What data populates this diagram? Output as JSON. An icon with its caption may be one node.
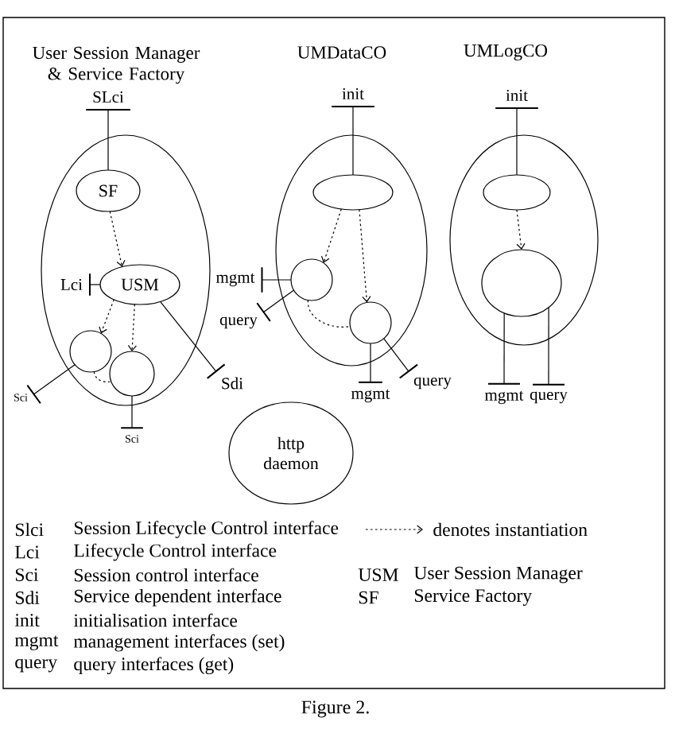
{
  "diagram": {
    "caption": "Figure 2.",
    "nodes": [
      {
        "text": [
          "User Session Manager & Service Factory"
        ]
      },
      {
        "text": [
          "SLci"
        ]
      },
      {
        "text": [
          "SF"
        ],
        "in": 0
      },
      {
        "text": [
          "Lci"
        ],
        "in": 0
      },
      {
        "text": [
          "USM"
        ],
        "in": 0
      },
      {
        "text": [],
        "shape": "circle",
        "in": 0
      },
      {
        "text": [],
        "shape": "circle",
        "in": 0
      },
      {
        "text": [
          "Sdi"
        ]
      },
      {
        "text": [
          "Sci"
        ]
      },
      {
        "text": [
          "Sci"
        ]
      },
      {
        "text": [
          "UMDataCO"
        ]
      },
      {
        "text": [
          "init"
        ]
      },
      {
        "text": [],
        "shape": "ellipse",
        "in": 10
      },
      {
        "text": [],
        "shape": "circle",
        "in": 10
      },
      {
        "text": [],
        "shape": "circle",
        "in": 10
      },
      {
        "text": [
          "mgmt"
        ]
      },
      {
        "text": [
          "query"
        ]
      },
      {
        "text": [
          "mgmt"
        ]
      },
      {
        "text": [
          "query"
        ]
      },
      {
        "text": [
          "UMLogCO"
        ]
      },
      {
        "text": [
          "init"
        ]
      },
      {
        "text": [],
        "shape": "ellipse",
        "in": 19
      },
      {
        "text": [],
        "shape": "ellipse",
        "in": 19
      },
      {
        "text": [
          "mgmt"
        ]
      },
      {
        "text": [
          "query"
        ]
      },
      {
        "text": [
          "http daemon"
        ]
      }
    ],
    "edges": [
      {
        "from": 2,
        "to": 1,
        "arrow": "other"
      },
      {
        "from": 2,
        "to": 4,
        "arrow": "to",
        "style": "dashed"
      },
      {
        "from": 4,
        "to": 3,
        "arrow": "other"
      },
      {
        "from": 4,
        "to": 5,
        "arrow": "to",
        "style": "dashed"
      },
      {
        "from": 4,
        "to": 6,
        "arrow": "to",
        "style": "dashed"
      },
      {
        "from": 4,
        "to": 7,
        "arrow": "other"
      },
      {
        "from": 5,
        "to": 6,
        "arrow": "none",
        "style": "dashed"
      },
      {
        "from": 5,
        "to": 8,
        "arrow": "other"
      },
      {
        "from": 6,
        "to": 9,
        "arrow": "other"
      },
      {
        "from": 12,
        "to": 11,
        "arrow": "other"
      },
      {
        "from": 12,
        "to": 13,
        "arrow": "to",
        "style": "dashed"
      },
      {
        "from": 12,
        "to": 14,
        "arrow": "to",
        "style": "dashed"
      },
      {
        "from": 13,
        "to": 14,
        "arrow": "none",
        "style": "dashed"
      },
      {
        "from": 13,
        "to": 15,
        "arrow": "other"
      },
      {
        "from": 13,
        "to": 16,
        "arrow": "other"
      },
      {
        "from": 14,
        "to": 17,
        "arrow": "other"
      },
      {
        "from": 14,
        "to": 18,
        "arrow": "other"
      },
      {
        "from": 21,
        "to": 20,
        "arrow": "other"
      },
      {
        "from": 21,
        "to": 22,
        "arrow": "to",
        "style": "dashed"
      },
      {
        "from": 22,
        "to": 23,
        "arrow": "other"
      },
      {
        "from": 22,
        "to": 24,
        "arrow": "other"
      }
    ],
    "labels": [
      "Slci",
      "Session Lifecycle Control interface",
      "Lci",
      "Lifecycle Control interface",
      "Sci",
      "Session control interface",
      "USM",
      "User Session Manager",
      "Sdi",
      "Service dependent interface",
      "SF",
      "Service Factory",
      "init",
      "initialisation interface",
      "mgmt",
      "management interfaces (set)",
      "query",
      "query interfaces (get)"
    ],
    "legend": [
      {
        "text": "denotes instantiation"
      }
    ]
  }
}
